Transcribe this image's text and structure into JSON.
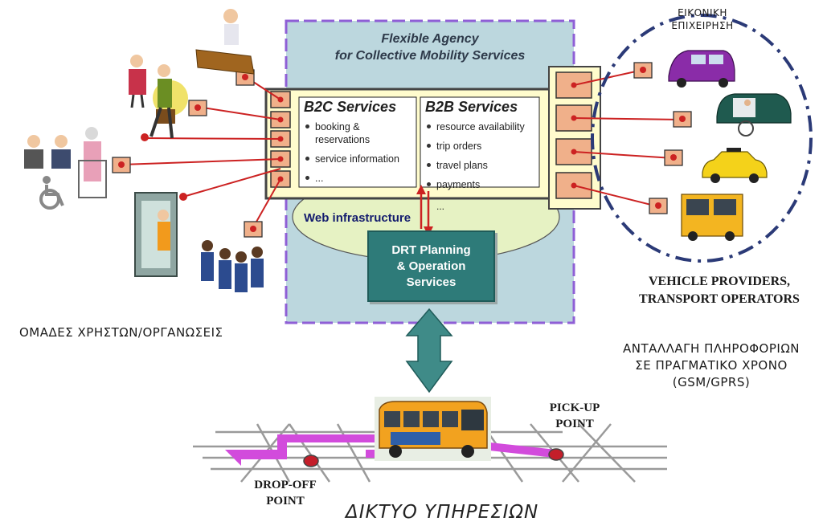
{
  "agency": {
    "title_line1": "Flexible Agency",
    "title_line2": "for Collective Mobility Services"
  },
  "b2c": {
    "heading": "B2C Services",
    "items": [
      "booking & reservations",
      "service information",
      "..."
    ]
  },
  "b2b": {
    "heading": "B2B Services",
    "items": [
      "resource availability",
      "trip orders",
      "travel plans",
      "payments",
      "..."
    ]
  },
  "web_infrastructure": "Web infrastructure",
  "drt_box": "DRT Planning\n& Operation\nServices",
  "virtual_enterprise": "ΕΙΚΟΝΙΚΗ\nΕΠΙΧΕΙΡΗΣΗ",
  "vehicle_providers": "VEHICLE  PROVIDERS,\nTRANSPORT OPERATORS",
  "user_groups": "ΟΜΑΔΕΣ ΧΡΗΣΤΩΝ/ΟΡΓΑΝΩΣΕΙΣ",
  "realtime_exchange": "ΑΝΤΑΛΛΑΓΗ ΠΛΗΡΟΦΟΡΙΩΝ\nΣΕ ΠΡΑΓΜΑΤΙΚΟ ΧΡΟΝΟ\n(GSM/GPRS)",
  "pickup_point": "PICK-UP\nPOINT",
  "dropoff_point": "DROP-OFF\nPOINT",
  "service_network": "ΔΙΚΤΥΟ ΥΠΗΡΕΣΙΩΝ",
  "colors": {
    "agency_fill": "#bcd7de",
    "agency_border": "#8f5fd6",
    "services_fill": "#fffccd",
    "web_fill": "#e6f2c3",
    "drt_fill": "#2e7b79",
    "connector_red": "#cc2222",
    "port_fill": "#f0b08a",
    "route_magenta": "#d24bdc",
    "enterprise_dash": "#2b3a77"
  }
}
